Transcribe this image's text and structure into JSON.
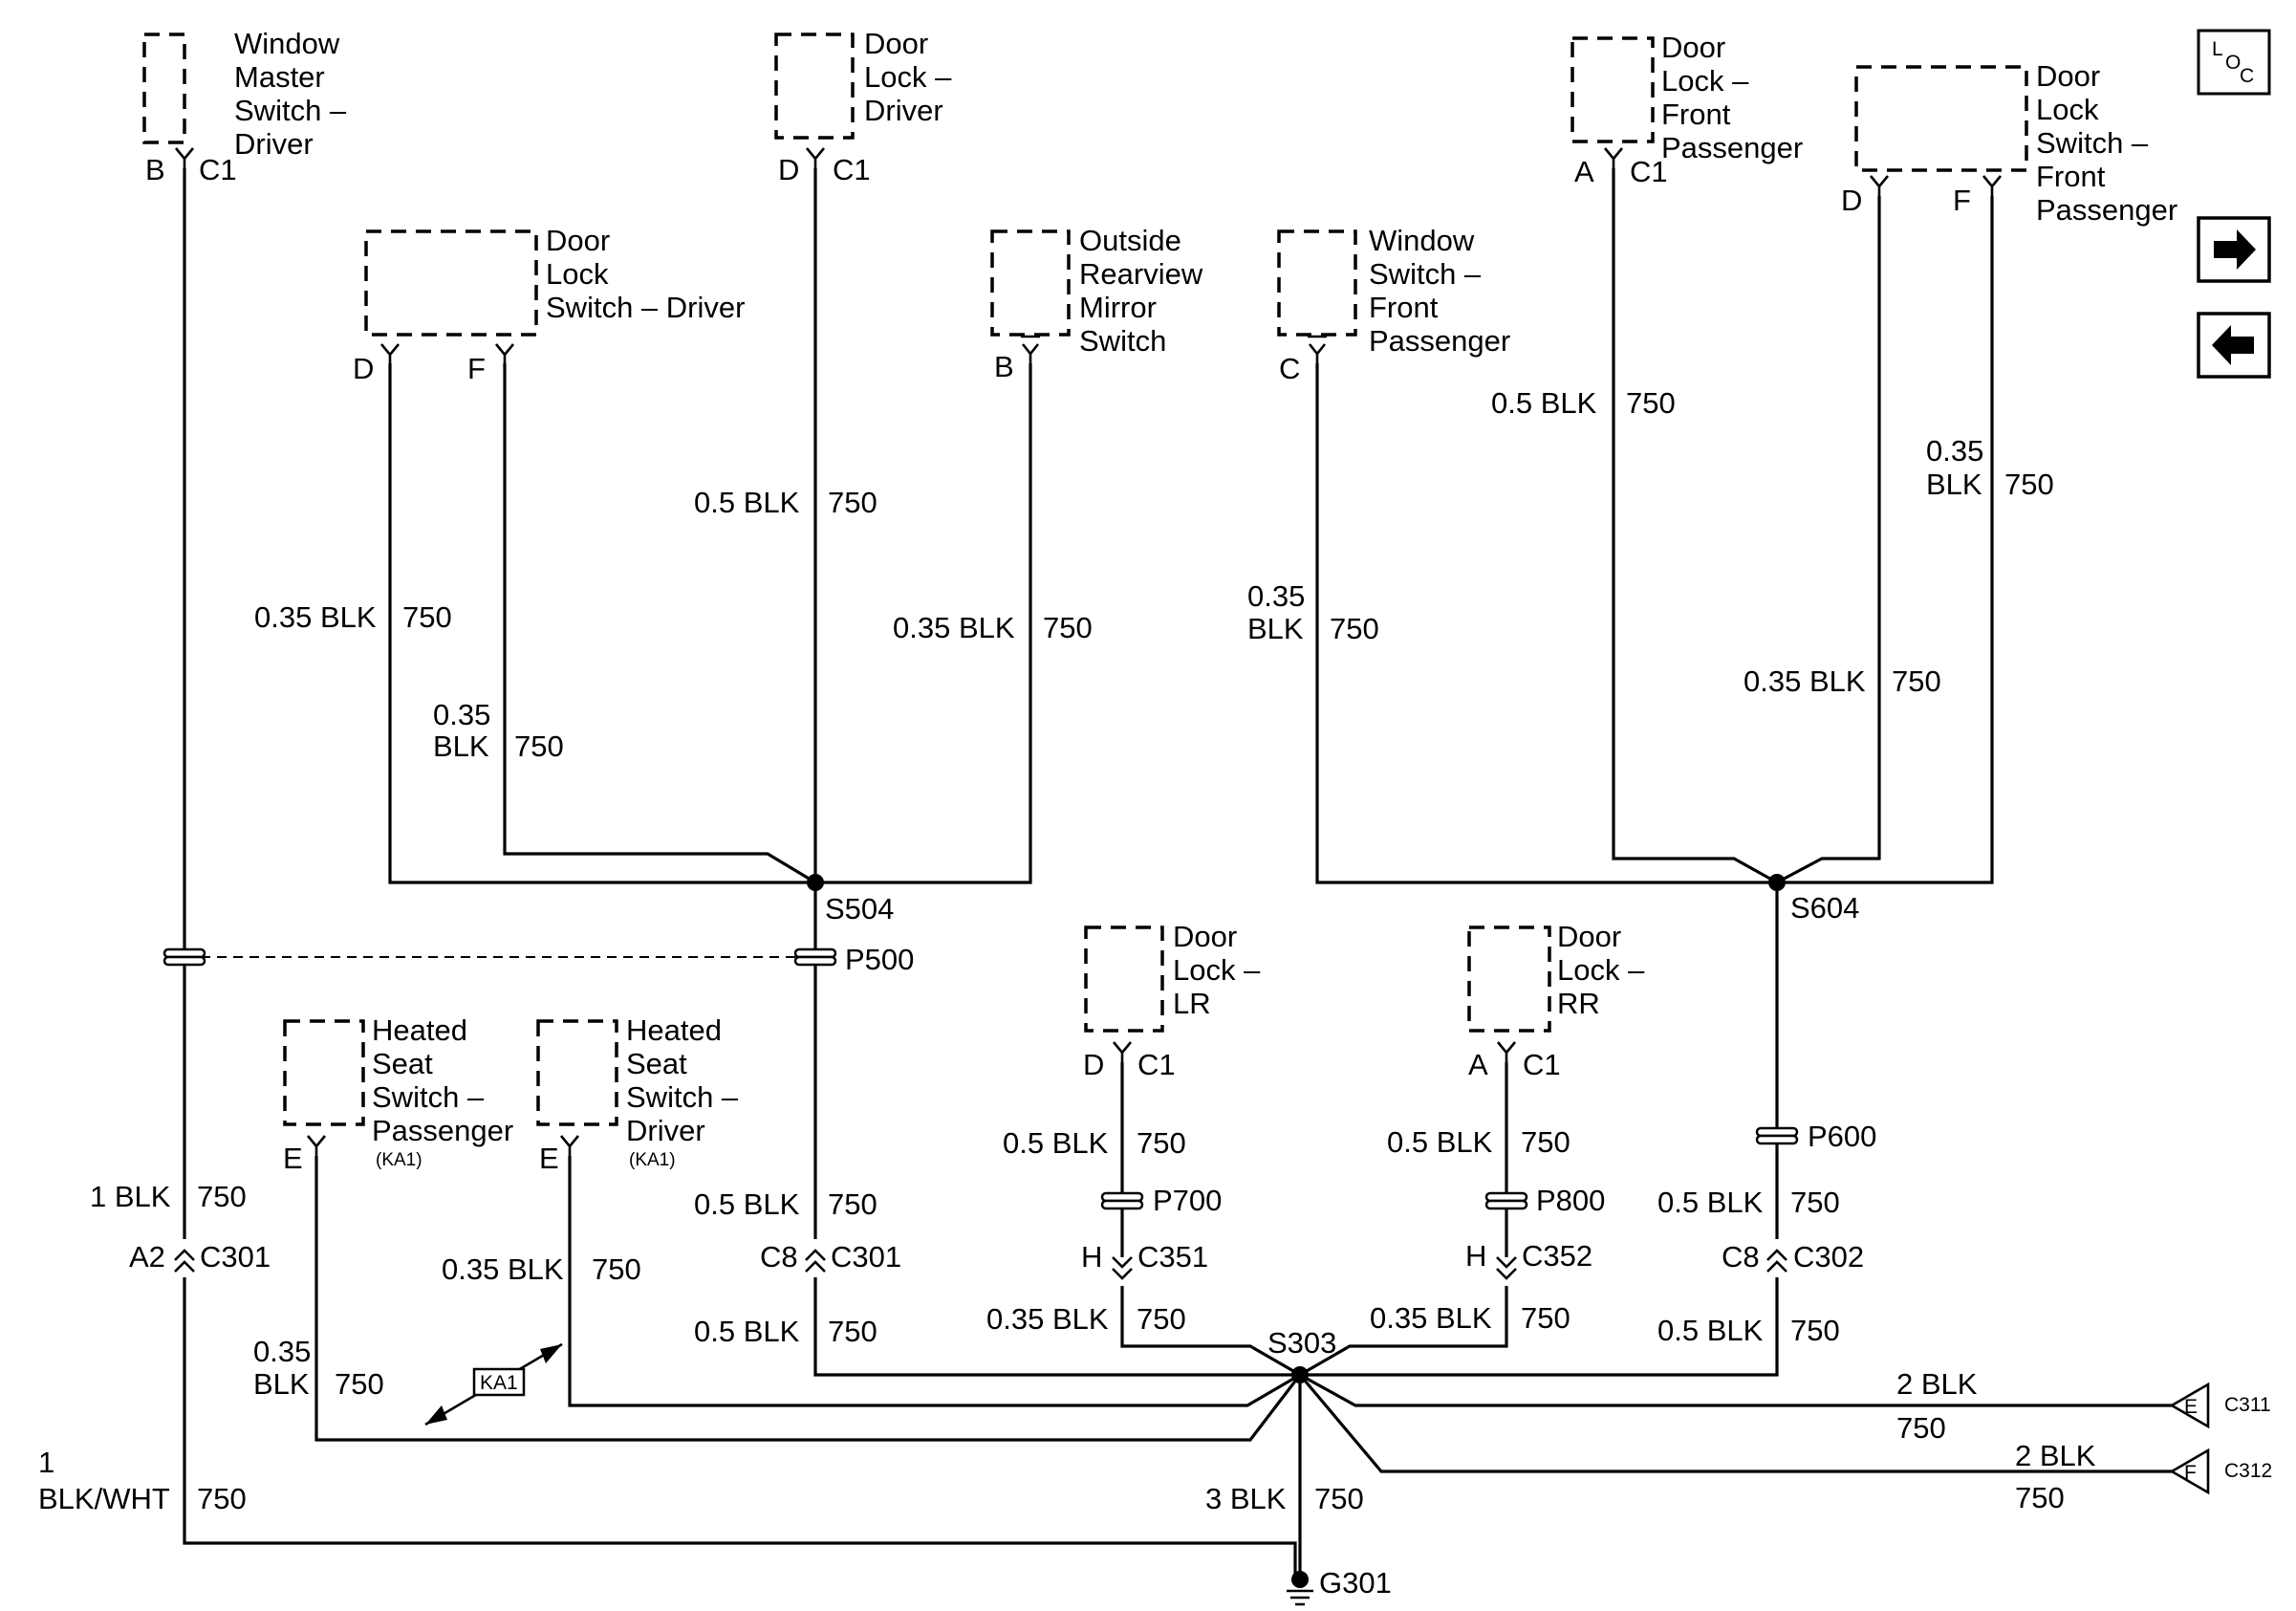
{
  "components": {
    "window_master_switch_driver": {
      "lines": [
        "Window",
        "Master",
        "Switch –",
        "Driver"
      ]
    },
    "door_lock_driver": {
      "lines": [
        "Door",
        "Lock –",
        "Driver"
      ]
    },
    "door_lock_switch_driver": {
      "lines": [
        "Door",
        "Lock",
        "Switch – Driver"
      ]
    },
    "outside_rearview_mirror_switch": {
      "lines": [
        "Outside",
        "Rearview",
        "Mirror",
        "Switch"
      ]
    },
    "window_switch_front_passenger": {
      "lines": [
        "Window",
        "Switch –",
        "Front",
        "Passenger"
      ]
    },
    "door_lock_front_passenger": {
      "lines": [
        "Door",
        "Lock –",
        "Front",
        "Passenger"
      ]
    },
    "door_lock_switch_front_passenger": {
      "lines": [
        "Door",
        "Lock",
        "Switch –",
        "Front",
        "Passenger"
      ]
    },
    "door_lock_lr": {
      "lines": [
        "Door",
        "Lock –",
        "LR"
      ]
    },
    "door_lock_rr": {
      "lines": [
        "Door",
        "Lock –",
        "RR"
      ]
    },
    "heated_seat_switch_passenger": {
      "lines": [
        "Heated",
        "Seat",
        "Switch –",
        "Passenger"
      ],
      "option": "(KA1)"
    },
    "heated_seat_switch_driver": {
      "lines": [
        "Heated",
        "Seat",
        "Switch –",
        "Driver"
      ],
      "option": "(KA1)"
    }
  },
  "pins": {
    "wms_pin": "B",
    "wms_conn": "C1",
    "dld_pin": "D",
    "dld_conn": "C1",
    "dlsd_pin_d": "D",
    "dlsd_pin_f": "F",
    "orm_pin": "B",
    "wsfp_pin": "C",
    "dlfp_pin": "A",
    "dlfp_conn": "C1",
    "dlsfp_pin_d": "D",
    "dlsfp_pin_f": "F",
    "dllr_pin": "D",
    "dllr_conn": "C1",
    "dlrr_pin": "A",
    "dlrr_conn": "C1",
    "hsp_pin": "E",
    "hsd_pin": "E"
  },
  "wires": {
    "w_wms": {
      "size": "1 BLK",
      "circuit": "750"
    },
    "w_c301_g301": {
      "size": "1",
      "color": "BLK/WHT",
      "circuit": "750"
    },
    "w_dld": {
      "size": "0.5 BLK",
      "circuit": "750"
    },
    "w_dlsd_d": {
      "size": "0.35 BLK",
      "circuit": "750"
    },
    "w_dlsd_f": {
      "size": "0.35",
      "color": "BLK",
      "circuit": "750"
    },
    "w_orm": {
      "size": "0.35 BLK",
      "circuit": "750"
    },
    "w_wsfp": {
      "size": "0.35",
      "color": "BLK",
      "circuit": "750"
    },
    "w_dlfp": {
      "size": "0.5 BLK",
      "circuit": "750"
    },
    "w_dlsfp_f": {
      "size": "0.35",
      "color": "BLK",
      "circuit": "750"
    },
    "w_dlsfp_d": {
      "size": "0.35 BLK",
      "circuit": "750"
    },
    "w_p500_c301": {
      "size": "0.5 BLK",
      "circuit": "750"
    },
    "w_c301_s303": {
      "size": "0.5 BLK",
      "circuit": "750"
    },
    "w_hsd": {
      "size": "0.35 BLK",
      "circuit": "750"
    },
    "w_hsp": {
      "size": "0.35",
      "color": "BLK",
      "circuit": "750"
    },
    "w_lr_top": {
      "size": "0.5 BLK",
      "circuit": "750"
    },
    "w_lr_bot": {
      "size": "0.35 BLK",
      "circuit": "750"
    },
    "w_rr_top": {
      "size": "0.5 BLK",
      "circuit": "750"
    },
    "w_rr_bot": {
      "size": "0.35 BLK",
      "circuit": "750"
    },
    "w_p600_c302": {
      "size": "0.5 BLK",
      "circuit": "750"
    },
    "w_c302_s303": {
      "size": "0.5 BLK",
      "circuit": "750"
    },
    "w_c311": {
      "size": "2 BLK",
      "circuit": "750"
    },
    "w_c312": {
      "size": "2 BLK",
      "circuit": "750"
    },
    "w_g301": {
      "size": "3 BLK",
      "circuit": "750"
    }
  },
  "connectors": {
    "c301_left_pin": "A2",
    "c301_left": "C301",
    "c301_mid_pin": "C8",
    "c301_mid": "C301",
    "c351_pin": "H",
    "c351": "C351",
    "c352_pin": "H",
    "c352": "C352",
    "c302_pin": "C8",
    "c302": "C302",
    "c311_pin": "E",
    "c311": "C311",
    "c312_pin": "F",
    "c312": "C312"
  },
  "splices": {
    "s504": "S504",
    "s604": "S604",
    "s303": "S303"
  },
  "passthroughs": {
    "p500": "P500",
    "p600": "P600",
    "p700": "P700",
    "p800": "P800"
  },
  "ground": {
    "g301": "G301"
  },
  "option_flag": "KA1",
  "nav": {
    "loc_l": "L",
    "loc_o": "O",
    "loc_c": "C"
  }
}
